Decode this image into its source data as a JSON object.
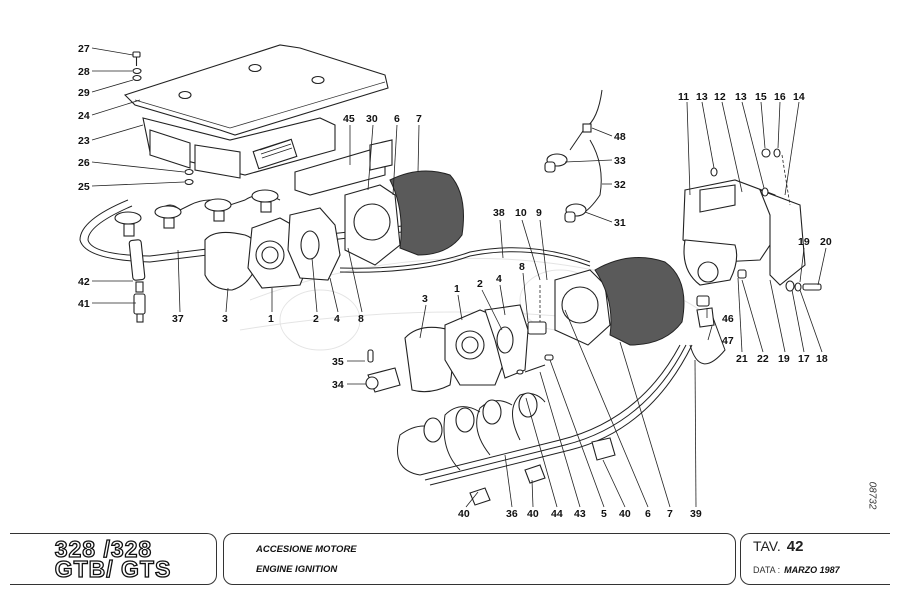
{
  "document": {
    "title_it": "ACCESIONE MOTORE",
    "title_en": "ENGINE IGNITION",
    "model_line1": "328 /328",
    "model_line2": "GTB/ GTS",
    "table_label": "TAV.",
    "table_number": "42",
    "date_label": "DATA :",
    "date_value": "MARZO 1987",
    "drawing_ref": "08732"
  },
  "callouts": [
    {
      "id": "27",
      "label": "27"
    },
    {
      "id": "28",
      "label": "28"
    },
    {
      "id": "29",
      "label": "29"
    },
    {
      "id": "24",
      "label": "24"
    },
    {
      "id": "23",
      "label": "23"
    },
    {
      "id": "26",
      "label": "26"
    },
    {
      "id": "25",
      "label": "25"
    },
    {
      "id": "42",
      "label": "42"
    },
    {
      "id": "41",
      "label": "41"
    },
    {
      "id": "37",
      "label": "37"
    },
    {
      "id": "3a",
      "label": "3"
    },
    {
      "id": "1a",
      "label": "1"
    },
    {
      "id": "2a",
      "label": "2"
    },
    {
      "id": "4a",
      "label": "4"
    },
    {
      "id": "8a",
      "label": "8"
    },
    {
      "id": "45",
      "label": "45"
    },
    {
      "id": "30",
      "label": "30"
    },
    {
      "id": "6a",
      "label": "6"
    },
    {
      "id": "7a",
      "label": "7"
    },
    {
      "id": "38",
      "label": "38"
    },
    {
      "id": "10",
      "label": "10"
    },
    {
      "id": "9",
      "label": "9"
    },
    {
      "id": "8b",
      "label": "8"
    },
    {
      "id": "3b",
      "label": "3"
    },
    {
      "id": "1b",
      "label": "1"
    },
    {
      "id": "2b",
      "label": "2"
    },
    {
      "id": "4b",
      "label": "4"
    },
    {
      "id": "35",
      "label": "35"
    },
    {
      "id": "34",
      "label": "34"
    },
    {
      "id": "48",
      "label": "48"
    },
    {
      "id": "33",
      "label": "33"
    },
    {
      "id": "32",
      "label": "32"
    },
    {
      "id": "31",
      "label": "31"
    },
    {
      "id": "11",
      "label": "11"
    },
    {
      "id": "13a",
      "label": "13"
    },
    {
      "id": "12",
      "label": "12"
    },
    {
      "id": "13b",
      "label": "13"
    },
    {
      "id": "15",
      "label": "15"
    },
    {
      "id": "16",
      "label": "16"
    },
    {
      "id": "14",
      "label": "14"
    },
    {
      "id": "19a",
      "label": "19"
    },
    {
      "id": "20",
      "label": "20"
    },
    {
      "id": "46",
      "label": "46"
    },
    {
      "id": "47",
      "label": "47"
    },
    {
      "id": "21",
      "label": "21"
    },
    {
      "id": "22",
      "label": "22"
    },
    {
      "id": "19b",
      "label": "19"
    },
    {
      "id": "17",
      "label": "17"
    },
    {
      "id": "18",
      "label": "18"
    },
    {
      "id": "40a",
      "label": "40"
    },
    {
      "id": "36",
      "label": "36"
    },
    {
      "id": "40b",
      "label": "40"
    },
    {
      "id": "44",
      "label": "44"
    },
    {
      "id": "43",
      "label": "43"
    },
    {
      "id": "5",
      "label": "5"
    },
    {
      "id": "40c",
      "label": "40"
    },
    {
      "id": "6b",
      "label": "6"
    },
    {
      "id": "7b",
      "label": "7"
    },
    {
      "id": "39",
      "label": "39"
    }
  ]
}
